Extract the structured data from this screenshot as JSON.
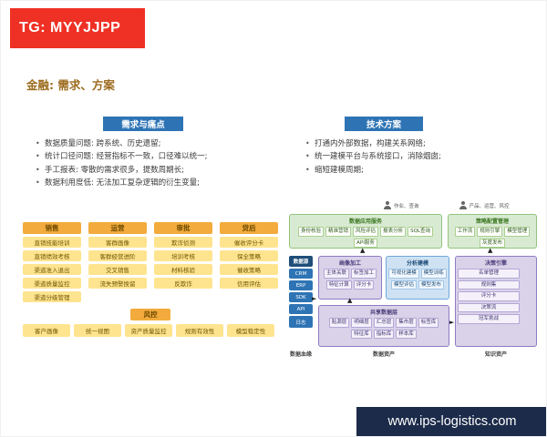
{
  "banner": {
    "tag": "TG: MYYJJPP"
  },
  "title": "金融: 需求、方案",
  "footer": {
    "url": "www.ips-logistics.com"
  },
  "colors": {
    "watermark_red": "#ee3124",
    "section_header_blue": "#2e74b5",
    "title_gold": "#9c6b1e",
    "yellow_header": "#f2ab3c",
    "yellow_item": "#ffe48f",
    "green_panel": "#d9ead3",
    "purple_panel": "#d9d2e9",
    "blue_panel": "#cfe2f3",
    "ingest_blue": "#2e74b5",
    "footer_navy": "#1c2b4a"
  },
  "left_section": {
    "header": "需求与痛点",
    "bullets": [
      "数据质量问题: 跨系统、历史遗留;",
      "统计口径问题: 经营指标不一致，口径难以统一;",
      "手工报表: 零散的需求很多，提数周期长;",
      "数据利用度低: 无法加工复杂逻辑的衍生变量;"
    ],
    "diagram": {
      "columns": [
        {
          "header": "销售",
          "items": [
            "直销技能培训",
            "直销绩效考核",
            "渠道准入退出",
            "渠道质量监控",
            "渠道分级管理"
          ]
        },
        {
          "header": "运营",
          "items": [
            "客群画像",
            "客群经营进阶",
            "交叉销售",
            "流失预警挽留"
          ]
        },
        {
          "header": "审批",
          "items": [
            "欺诈侦测",
            "培训考核",
            "材料核验",
            "反欺诈"
          ]
        },
        {
          "header": "贷后",
          "items": [
            "催收评分卡",
            "保全策略",
            "催收策略",
            "信用评估"
          ]
        }
      ],
      "risk": {
        "header": "风控",
        "items": [
          "客户画像",
          "统一视图",
          "资产质量监控",
          "规则有效性",
          "模型稳定性"
        ]
      }
    }
  },
  "right_section": {
    "header": "技术方案",
    "bullets": [
      "打通内外部数据，构建关系网络;",
      "统一建模平台与系统接口，消除烟囱;",
      "缩短建模周期;"
    ],
    "diagram": {
      "users": [
        {
          "label": "作业、查询"
        },
        {
          "label": "产品、运营、风控"
        }
      ],
      "app_services": {
        "title": "数据应用服务",
        "items": [
          "身份核验",
          "精准营销",
          "风险评估",
          "报表分析",
          "SQL查询",
          "API服务"
        ]
      },
      "strategy_mgmt": {
        "title": "策略配置管理",
        "items": [
          "工作流",
          "规则引擎",
          "模型管理",
          "灰度发布"
        ]
      },
      "ingest": {
        "title": "数据源",
        "items": [
          "CRM",
          "ERP",
          "SDK",
          "API",
          "日志"
        ]
      },
      "profile": {
        "title": "画像加工",
        "items": [
          "主体关联",
          "标签加工",
          "特征计算",
          "评分卡"
        ]
      },
      "modeling": {
        "title": "分析建模",
        "items": [
          "可视化建模",
          "模型训练",
          "模型评估",
          "模型发布"
        ]
      },
      "shared": {
        "title": "共享数据层",
        "items": [
          "贴源层",
          "明细层",
          "汇总层",
          "集市层",
          "标签库",
          "特征库",
          "指标库",
          "样本库"
        ]
      },
      "decision": {
        "title": "决策引擎",
        "items": [
          "名单管理",
          "规则集",
          "评分卡",
          "决策流",
          "冠军挑战"
        ]
      },
      "bottom_labels": [
        "数据血缘",
        "数据资产",
        "知识资产"
      ]
    }
  }
}
